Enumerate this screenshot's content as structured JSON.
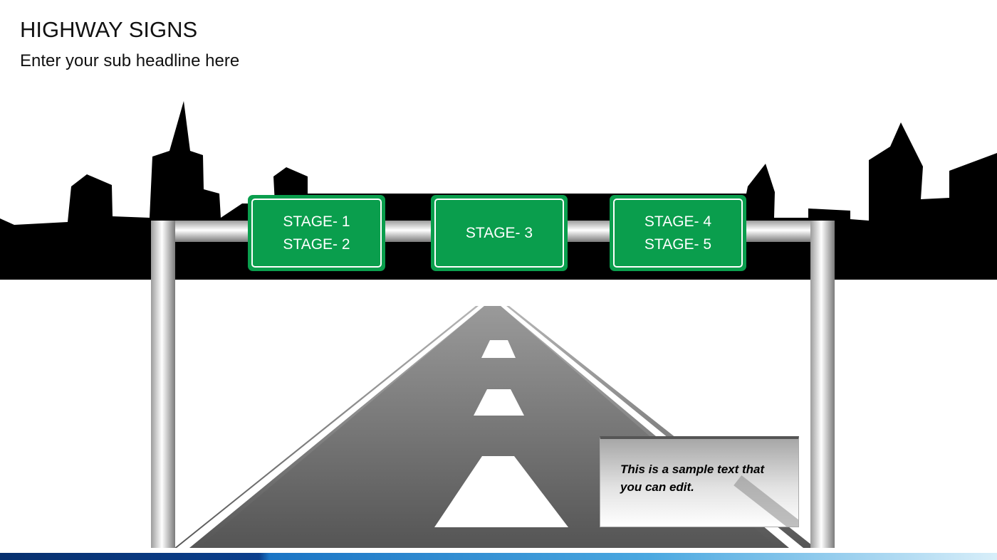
{
  "title": "HIGHWAY SIGNS",
  "subtitle": "Enter your sub headline here",
  "signs": [
    {
      "lines": [
        "STAGE- 1",
        "STAGE- 2"
      ]
    },
    {
      "lines": [
        "STAGE- 3"
      ]
    },
    {
      "lines": [
        "STAGE- 4",
        "STAGE- 5"
      ]
    }
  ],
  "callout": {
    "text": "This is a sample text that you can edit."
  },
  "colors": {
    "sign_green": "#0a9e4d",
    "skyline": "#000000",
    "road": "#6e6e6e",
    "footer_dark": "#07306e",
    "footer_light": "#4aa8e0"
  },
  "icons": [
    "city-skyline",
    "highway-gantry",
    "road"
  ]
}
